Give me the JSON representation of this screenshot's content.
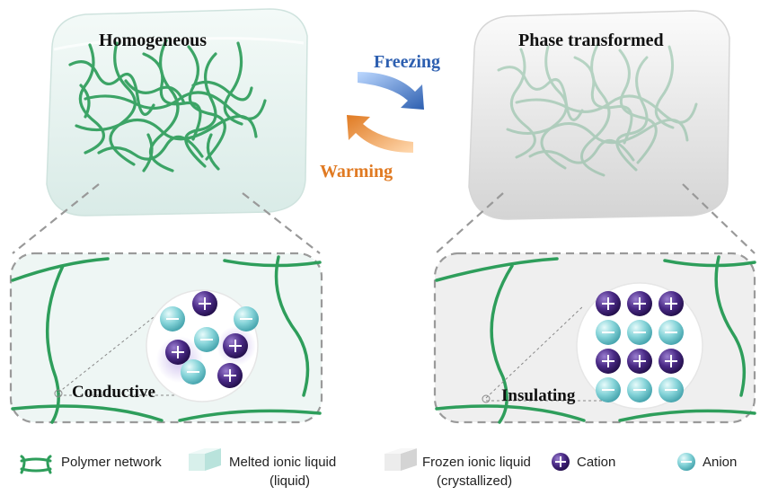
{
  "titles": {
    "left": "Homogeneous",
    "right": "Phase transformed"
  },
  "arrows": {
    "freezing": "Freezing",
    "warming": "Warming"
  },
  "states": {
    "left": "Conductive",
    "right": "Insulating"
  },
  "legend": {
    "polymer": "Polymer network",
    "melted_line1": "Melted ionic liquid",
    "melted_line2": "(liquid)",
    "frozen_line1": "Frozen ionic liquid",
    "frozen_line2": "(crystallized)",
    "cation": "Cation",
    "anion": "Anion"
  },
  "colors": {
    "polymer": "#2e9e5b",
    "cation": "#4a2a86",
    "anion": "#7fd3d8",
    "freezing": "#2d5fb0",
    "warming": "#e07a22",
    "melted_gel": "#e4f2ef",
    "frozen_gel": "#efefef"
  }
}
